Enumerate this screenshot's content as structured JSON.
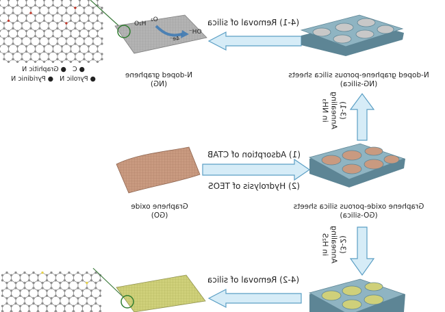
{
  "captions": {
    "ng_sheet": [
      "N-doped graphene-porous silica sheets",
      "(NG-silica)"
    ],
    "ng": [
      "N-doped graphene",
      "(NG)"
    ],
    "go_sheet": [
      "Graphene oxide-porous silica sheets",
      "(GO-silica)"
    ],
    "go": [
      "Graphene oxide",
      "(GO)"
    ]
  },
  "steps": {
    "removal_top": "(4-1) Removal of silica",
    "adsorption": "(1) Adsorption of CTAB",
    "hydrolysis": "(2) Hydrolysis of TEOS",
    "annealing_nh3": [
      "(3-1)",
      "Annealing",
      "in NH₃"
    ],
    "annealing_h2s": [
      "(3-2)",
      "Annealing",
      "in H₂S"
    ],
    "removal_bottom": "(4-2) Removal of silica"
  },
  "legend": {
    "row1": [
      "● C",
      "● Graphitic N"
    ],
    "row2": [
      "● Pyrolic N",
      "● Pyridinic N"
    ]
  },
  "inset": {
    "h2o": "H₂O",
    "o2": "O₂",
    "oh": "OH⁻",
    "e": "4e⁻"
  },
  "colors": {
    "arrow_fill": "#d6ecf7",
    "arrow_stroke": "#5a9ec4",
    "silica": "#8fb4c2",
    "silica_edge": "#5d8595",
    "graphene_grey": "#b3b3b3",
    "go_brown": "#c99a80",
    "s_yellow": "#cfd07a",
    "atom_grey": "#8d8d8d",
    "atom_red": "#c0392b",
    "atom_yellow": "#e7d24a"
  }
}
